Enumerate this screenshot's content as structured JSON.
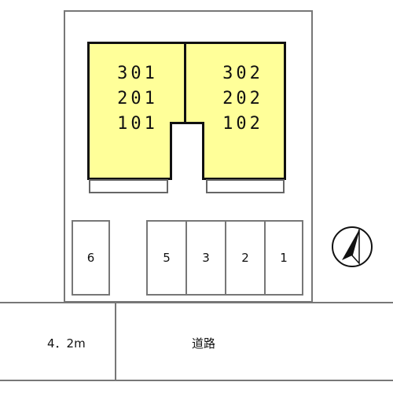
{
  "buildings": [
    {
      "name": "building-left",
      "units": [
        "301",
        "201",
        "101"
      ]
    },
    {
      "name": "building-right",
      "units": [
        "302",
        "202",
        "102"
      ]
    }
  ],
  "parking": {
    "left_slot": "6",
    "row": [
      "5",
      "3",
      "2",
      "1"
    ]
  },
  "road": {
    "width_label": "4．2m",
    "name": "道路"
  },
  "north_arrow": {
    "icon": "north-arrow-icon"
  },
  "colors": {
    "building_fill": "#ffff99",
    "outline": "#111111",
    "line": "#777777"
  }
}
